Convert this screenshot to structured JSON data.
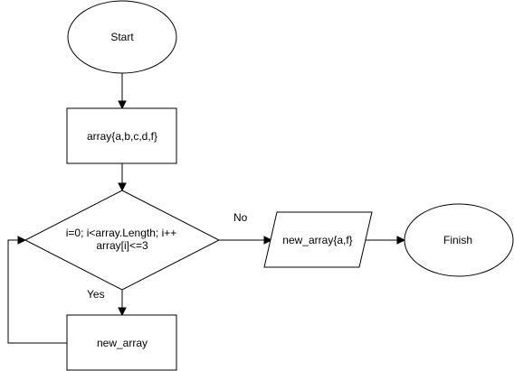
{
  "diagram": {
    "nodes": {
      "start": {
        "label": "Start",
        "shape": "ellipse"
      },
      "array": {
        "label": "array{a,b,c,d,f}",
        "shape": "rectangle"
      },
      "condition": {
        "shape": "diamond",
        "lines": [
          "i=0; i<array.Length; i++",
          "array[i]<=3"
        ]
      },
      "new_array_box": {
        "label": "new_array",
        "shape": "rectangle"
      },
      "output": {
        "label": "new_array{a,f}",
        "shape": "parallelogram"
      },
      "finish": {
        "label": "Finish",
        "shape": "ellipse"
      }
    },
    "edges": {
      "no_label": "No",
      "yes_label": "Yes"
    },
    "colors": {
      "stroke": "#000000",
      "fill": "#ffffff",
      "text": "#000000"
    }
  }
}
